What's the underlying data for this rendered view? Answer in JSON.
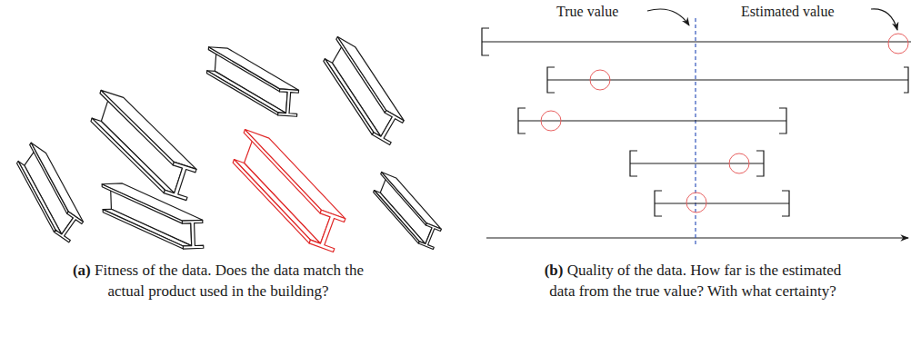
{
  "diagram": {
    "labels": [
      "True value",
      "Estimated value",
      "(a)",
      "Fitness of the data. Does the data match the actual product used in the building?",
      "(b)",
      "Quality of the data. How far is the estimated data from the true value? With what certainty?"
    ]
  }
}
